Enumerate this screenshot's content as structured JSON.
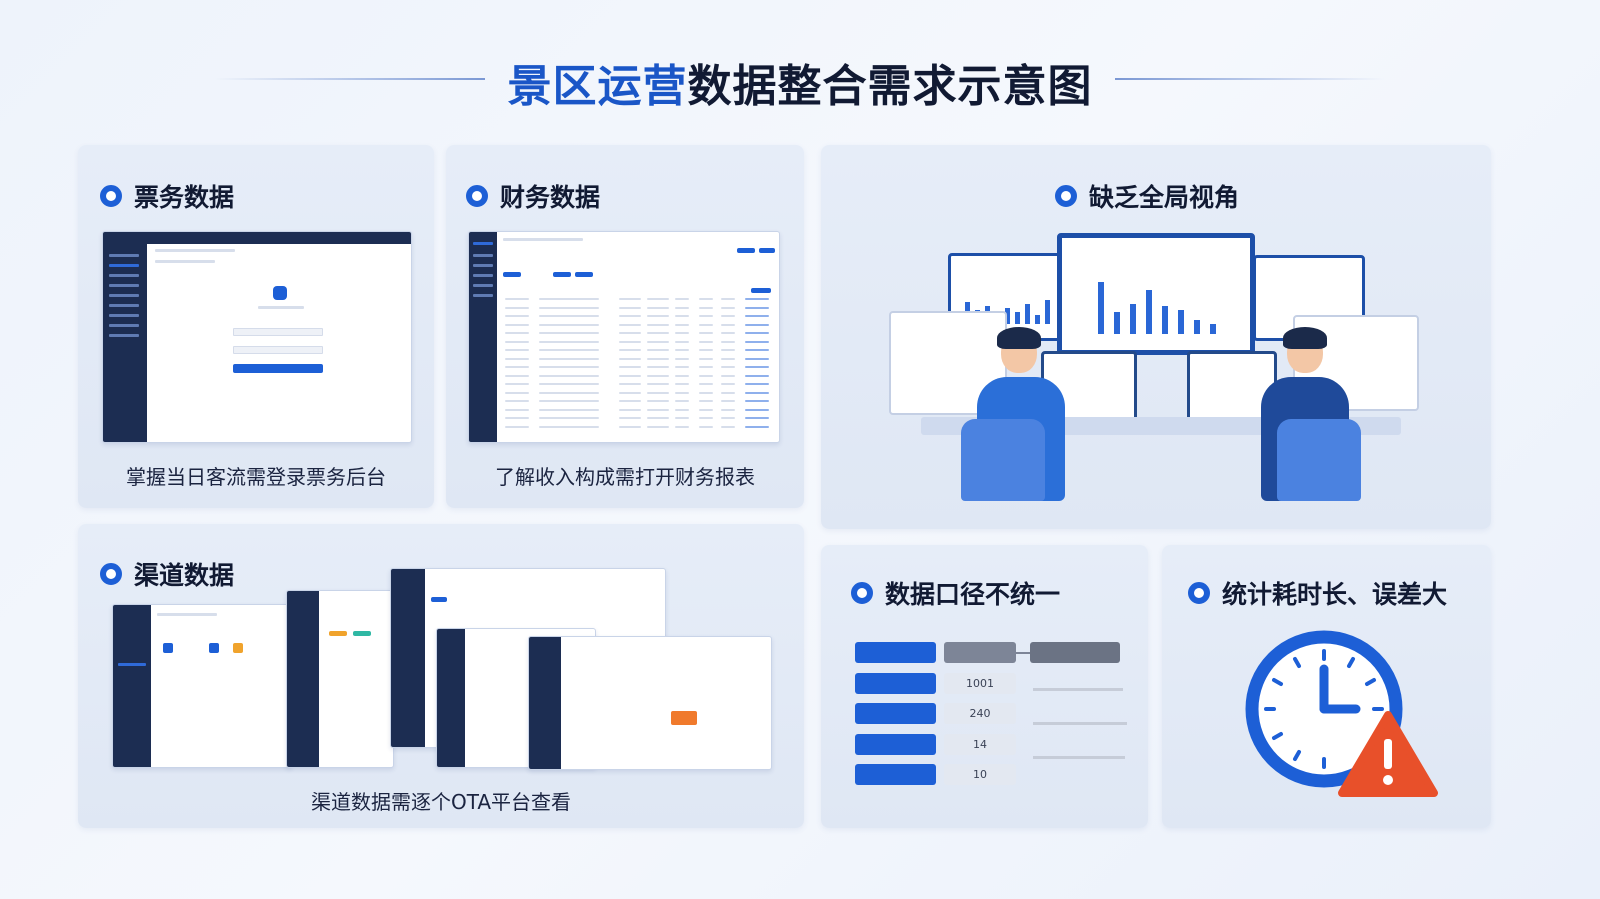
{
  "header": {
    "title_accent": "景区运营",
    "title_rest": "数据整合需求示意图"
  },
  "cards": {
    "ticket": {
      "title": "票务数据",
      "caption": "掌握当日客流需登录票务后台"
    },
    "finance": {
      "title": "财务数据",
      "caption": "了解收入构成需打开财务报表"
    },
    "global": {
      "title": "缺乏全局视角"
    },
    "channel": {
      "title": "渠道数据",
      "caption": "渠道数据需逐个OTA平台查看"
    },
    "caliber": {
      "title": "数据口径不统一",
      "values": [
        "1001",
        "240",
        "14",
        "10"
      ]
    },
    "stats": {
      "title": "统计耗时长、误差大"
    }
  },
  "colors": {
    "accent": "#1d5fd6",
    "warning": "#e8502a",
    "clock": "#1d5fd6"
  }
}
